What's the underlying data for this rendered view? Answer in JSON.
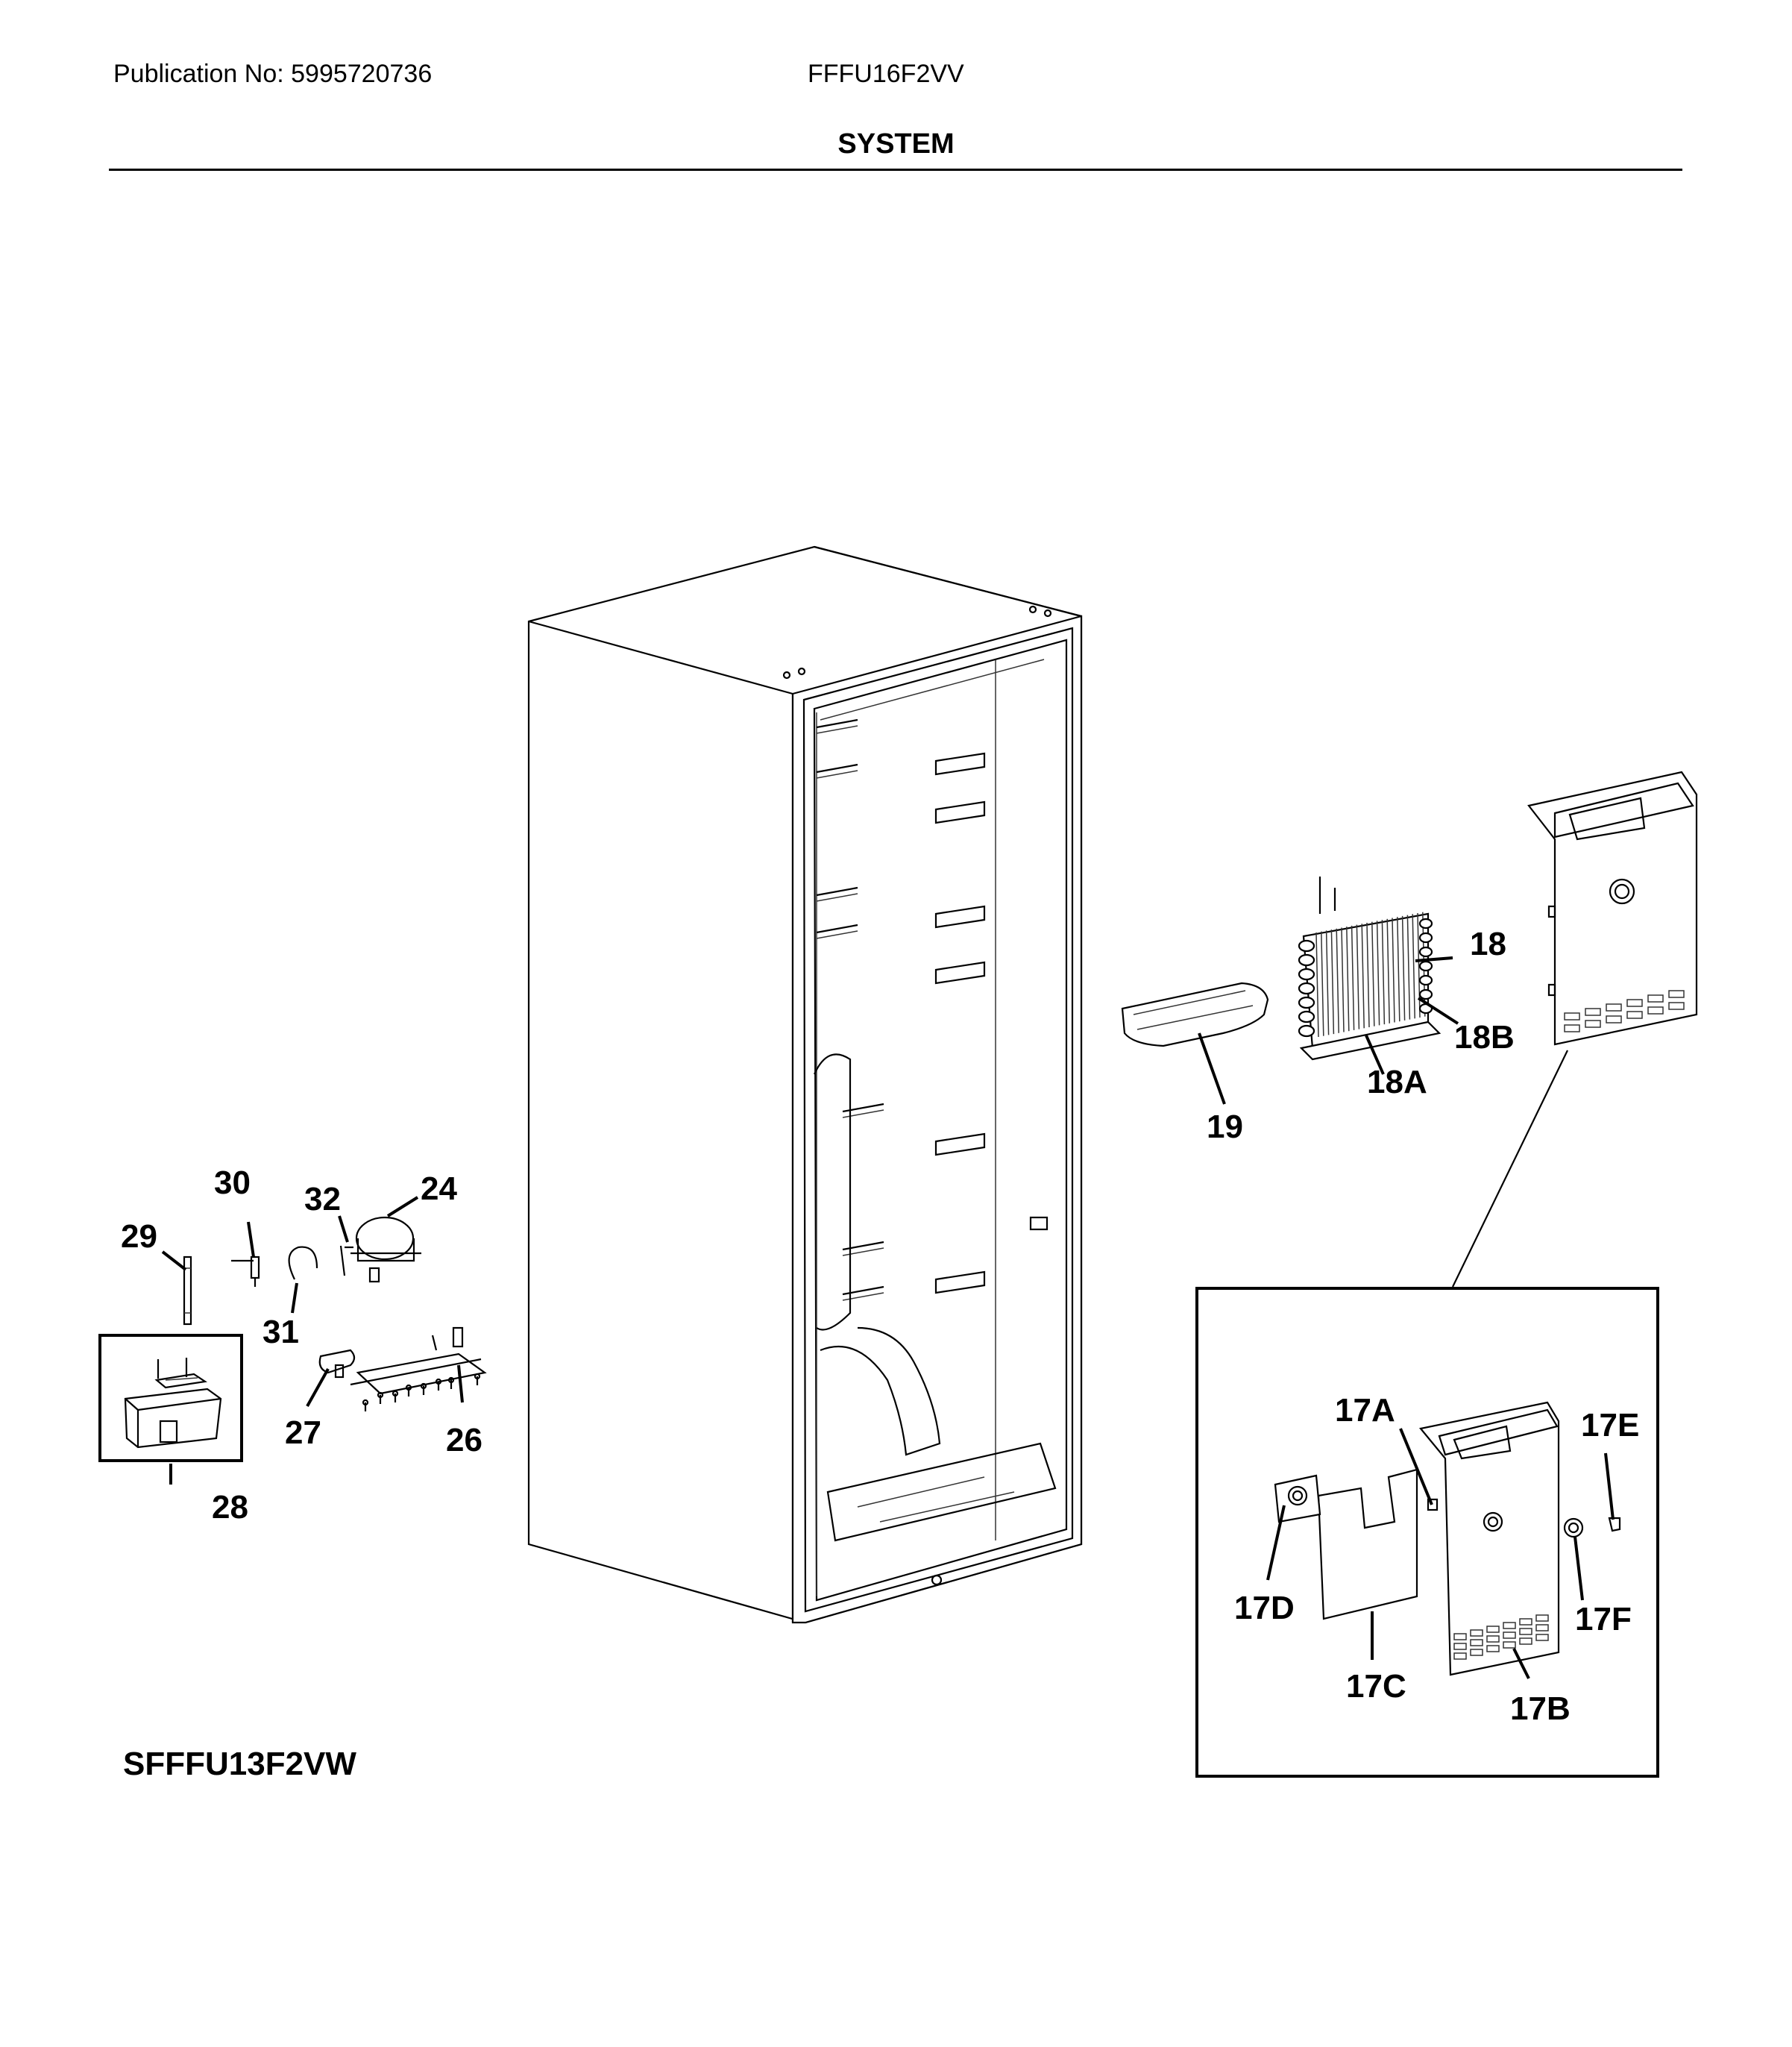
{
  "header": {
    "publication": "Publication No: 5995720736",
    "model": "FFFU16F2VV",
    "section_title": "SYSTEM"
  },
  "variant_model": "SFFFU13F2VW",
  "callouts": {
    "c17A": "17A",
    "c17B": "17B",
    "c17C": "17C",
    "c17D": "17D",
    "c17E": "17E",
    "c17F": "17F",
    "c18": "18",
    "c18A": "18A",
    "c18B": "18B",
    "c19": "19",
    "c24": "24",
    "c26": "26",
    "c27": "27",
    "c28": "28",
    "c29": "29",
    "c30": "30",
    "c31": "31",
    "c32": "32"
  }
}
